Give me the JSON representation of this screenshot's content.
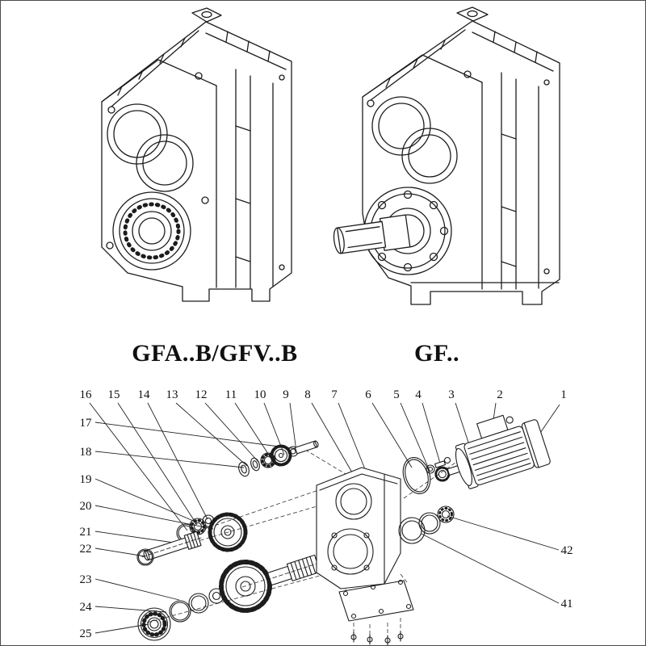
{
  "colors": {
    "ink": "#1c1c1c",
    "paper": "#ffffff"
  },
  "models": {
    "left": "GFA..B/GFV..B",
    "right": "GF.."
  },
  "exploded": {
    "top_callouts": [
      "16",
      "15",
      "14",
      "13",
      "12",
      "11",
      "10",
      "9",
      "8",
      "7",
      "6",
      "5",
      "4",
      "3",
      "2",
      "1"
    ],
    "left_callouts": [
      "17",
      "18",
      "19",
      "20",
      "21",
      "22",
      "23",
      "24",
      "25"
    ],
    "right_callouts": [
      "42",
      "41"
    ]
  }
}
